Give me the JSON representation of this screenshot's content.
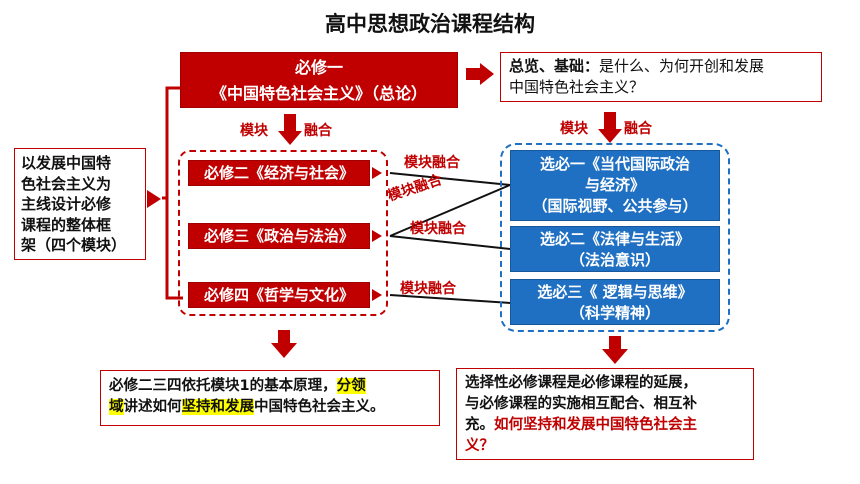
{
  "title": "高中思想政治课程结构",
  "compulsory": {
    "m1_line1": "必修一",
    "m1_line2": "《中国特色社会主义》（总论）",
    "m2": "必修二《经济与社会》",
    "m3": "必修三《政治与法治》",
    "m4": "必修四《哲学与文化》"
  },
  "elective": {
    "e1_line1": "选必一《当代国际政治",
    "e1_line2": "与经济》",
    "e1_line3": "（国际视野、公共参与）",
    "e2_line1": "选必二《法律与生活》",
    "e2_line2": "（法治意识）",
    "e3_line1": "选必三《 逻辑与思维》",
    "e3_line2": "（科学精神）"
  },
  "overview": {
    "bold": "总览、基础：",
    "text1": "是什么、为何开创和发展",
    "text2": "中国特色社会主义？"
  },
  "left_note": {
    "l1": "以发展中国特",
    "l2": "色社会主义为",
    "l3": "主线设计必修",
    "l4": "课程的整体框",
    "l5": "架（四个模块）"
  },
  "labels": {
    "module": "模块",
    "fusion": "融合",
    "module_fusion": "模块融合"
  },
  "bottom_left": {
    "t1": "必修二三四依托模块1的基本原理，",
    "h1": "分领",
    "h2": "域",
    "t2": "讲述如何",
    "h3": "坚持和发展",
    "t3": "中国特色社会主义。"
  },
  "bottom_right": {
    "t1": "选择性必修课程是必修课程的延展，",
    "t2": "与必修课程的实施相互配合、相互补",
    "t3": "充。",
    "r1": "如何坚持和发展中国特色社会主",
    "r2": "义？"
  },
  "colors": {
    "red": "#c00000",
    "blue": "#1f6fc2"
  }
}
